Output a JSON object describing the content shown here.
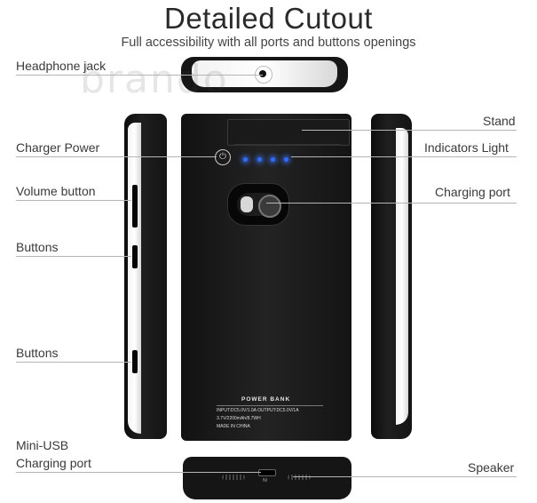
{
  "header": {
    "title": "Detailed Cutout",
    "subtitle": "Full accessibility with all ports and buttons openings"
  },
  "labels": {
    "headphone_jack": "Headphone jack",
    "charger_power": "Charger Power",
    "volume_button": "Volume button",
    "buttons_1": "Buttons",
    "buttons_2": "Buttons",
    "mini_usb_line1": "Mini-USB",
    "mini_usb_line2": "Charging port",
    "stand": "Stand",
    "indicators_light": "Indicators Light",
    "charging_port": "Charging port",
    "speaker": "Speaker"
  },
  "product_print": {
    "brand_text": "POWER BANK",
    "input_output": "INPUT:DC5.0V/1.0A   OUTPUT:DC5.0V/1A",
    "capacity": "3.7V/2200mAh/8.7WH",
    "made_in": "MADE IN CHINA",
    "port_label": "NI"
  },
  "watermark": "brando",
  "indicator_leds": 4,
  "colors": {
    "case": "#141414",
    "led": "#2f6bff",
    "leader_line": "#b5b5b5"
  }
}
